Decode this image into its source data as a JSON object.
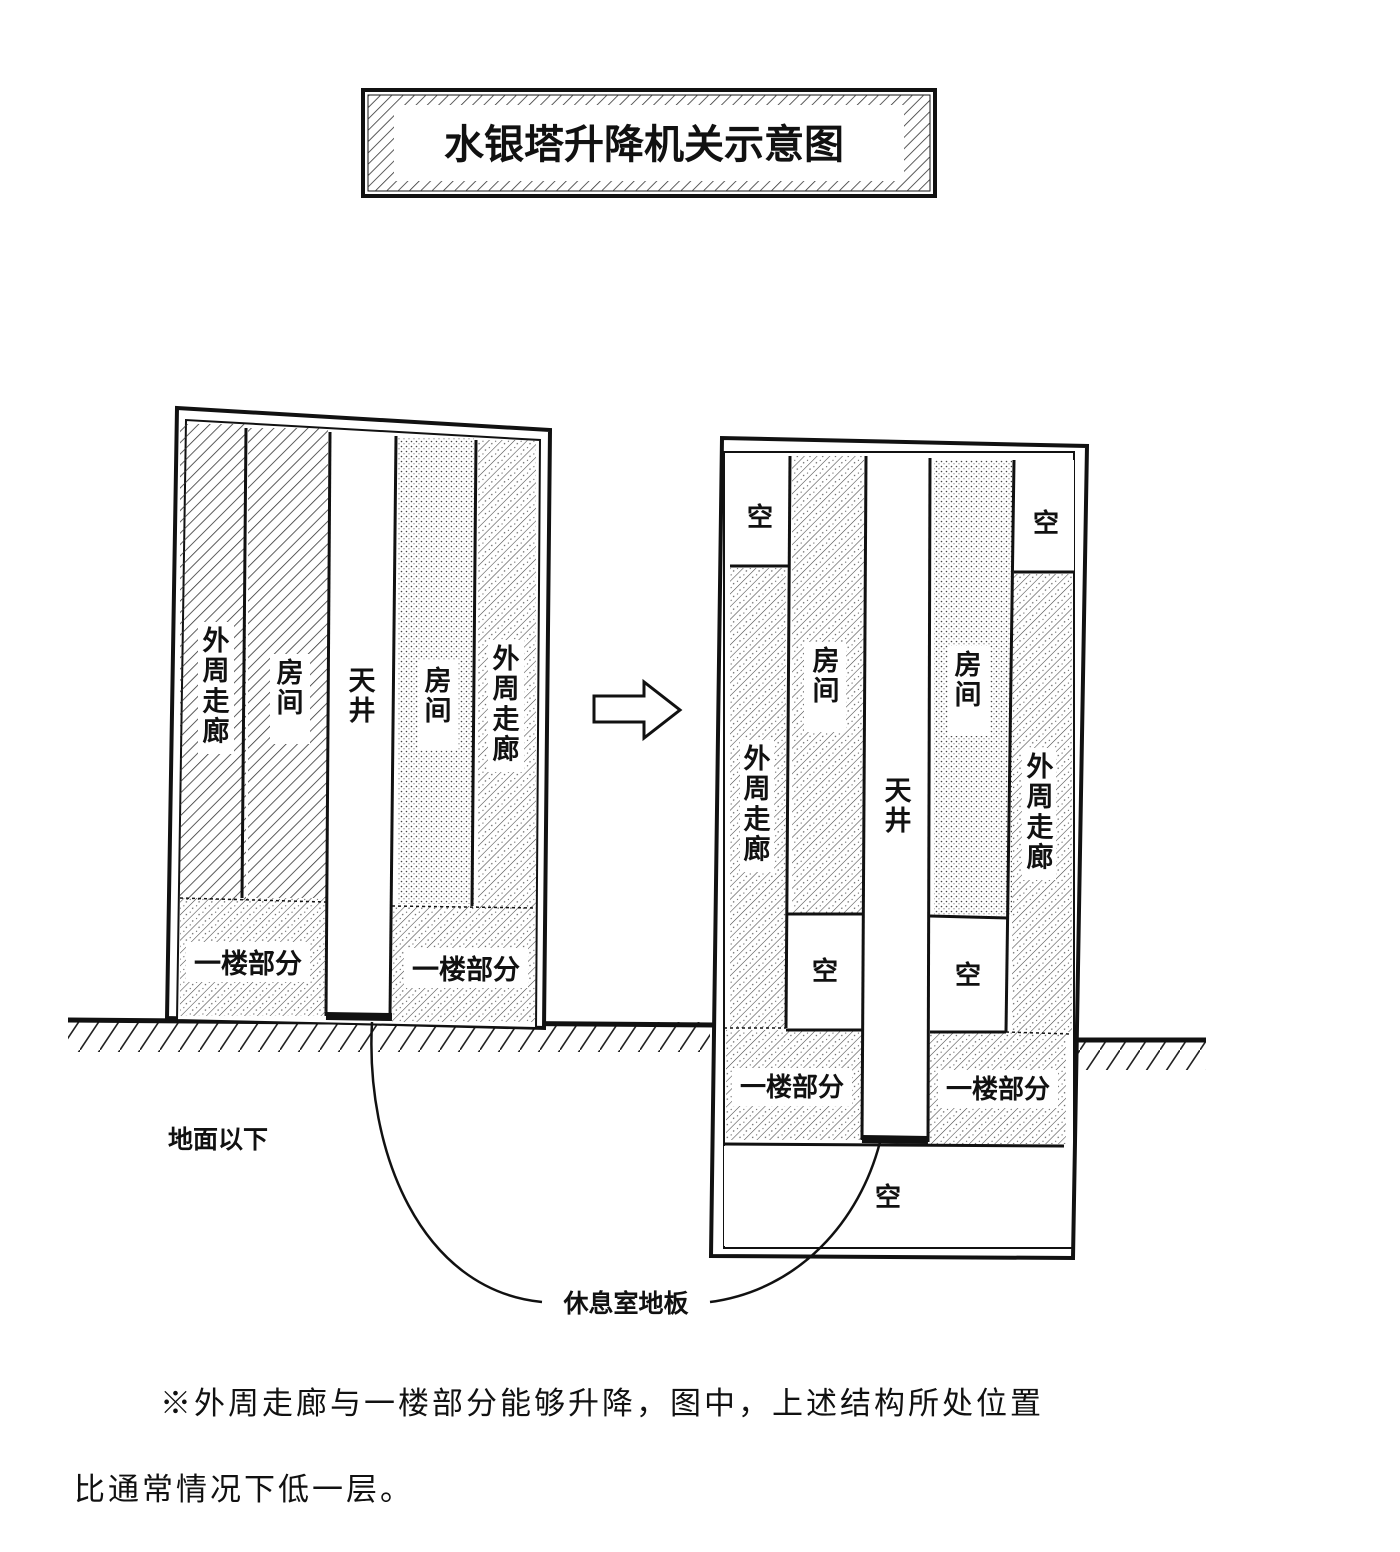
{
  "title": "水银塔升降机关示意图",
  "labels": {
    "corridor": "外周走廊",
    "room": "房间",
    "atrium": "天井",
    "first_floor": "一楼部分",
    "empty": "空",
    "underground": "地面以下",
    "lounge_floor": "休息室地板"
  },
  "note": {
    "line1": "※外周走廊与一楼部分能够升降，图中，上述结构所处位置",
    "line2": "比通常情况下低一层。"
  }
}
